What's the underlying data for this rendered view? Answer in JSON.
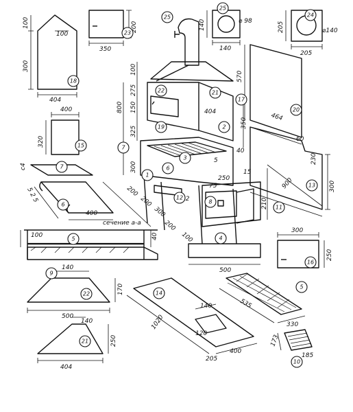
{
  "dims": {
    "p18_w": "404",
    "p18_h": "300",
    "p18_top": "100",
    "p18_top2": "100",
    "p23_w": "350",
    "p23_h": "200",
    "p25_w": "140",
    "p25_h": "140",
    "p25_d": "⌀ 98",
    "p24_w": "205",
    "p24_h": "205",
    "p24_d": "⌀140",
    "p20_h": "570",
    "p20_w": "464",
    "p20_s": "60",
    "p13_w": "400",
    "p13_h": "320",
    "strip_c": "c4",
    "strip_c2": "c",
    "p6_w": "400",
    "p6_s": "5 2 5",
    "main_100": "100",
    "main_275": "275",
    "main_150": "150",
    "main_800": "800",
    "main_325": "325",
    "main_404": "404",
    "main_350": "350",
    "main_300": "300",
    "main_250": "250",
    "main_75": "75",
    "main_15": "15",
    "main_210": "210",
    "main_900": "900",
    "main_200a": "200",
    "main_200b": "200",
    "main_300b": "300",
    "main_200c": "200",
    "main_500": "500",
    "main_100b": "100",
    "main_40": "40",
    "main_230": "230",
    "main_300c": "300",
    "main_5": "5",
    "main_12": "12",
    "section_label": "сечение а-а",
    "sec_100": "100",
    "sec_40": "40",
    "p16_w": "300",
    "p16_h": "250",
    "p22_top": "140",
    "p22_w": "500",
    "p22_h": "170",
    "p21_top": "140",
    "p21_w": "404",
    "p21_h": "250",
    "p14_len": "1020",
    "p14_w": "400",
    "p14_s": "205",
    "p14_o1": "140",
    "p14_o2": "120",
    "grate_w": "330",
    "grate_l": "535",
    "p10_w": "185",
    "p10_h": "173"
  },
  "tags": {
    "t1": "1",
    "t2": "2",
    "t3": "3",
    "t4": "4",
    "t5": "5",
    "t5b": "5",
    "t6": "6",
    "t6b": "6",
    "t7": "7",
    "t7b": "7",
    "t8": "8",
    "t9": "9",
    "t10": "10",
    "t11": "11",
    "t12": "12",
    "t13": "13",
    "t14": "14",
    "t15": "15",
    "t16": "16",
    "t17": "17",
    "t18": "18",
    "t19": "19",
    "t20": "20",
    "t21": "21",
    "t21b": "21",
    "t22": "22",
    "t22b": "22",
    "t23": "23",
    "t24": "24",
    "t25": "25",
    "t25b": "25"
  }
}
